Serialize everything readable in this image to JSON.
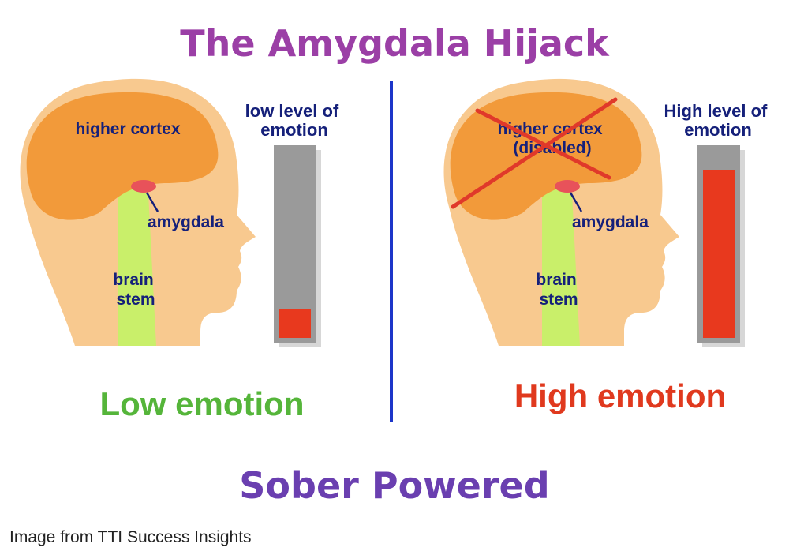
{
  "title": "The Amygdala Hijack",
  "panels": [
    {
      "id": "low",
      "cortex_label_lines": [
        "higher cortex"
      ],
      "cortex_disabled": false,
      "amygdala_label": "amygdala",
      "brain_stem_label_lines": [
        "brain",
        "stem"
      ],
      "meter_label_lines": [
        "low level of",
        "emotion"
      ],
      "emotion_level": 0.15,
      "caption": "Low emotion"
    },
    {
      "id": "high",
      "cortex_label_lines": [
        "higher cortex",
        "(disabled)"
      ],
      "cortex_disabled": true,
      "amygdala_label": "amygdala",
      "brain_stem_label_lines": [
        "brain",
        "stem"
      ],
      "meter_label_lines": [
        "High level of",
        "emotion"
      ],
      "emotion_level": 0.9,
      "caption": "High emotion"
    }
  ],
  "footer": "Sober Powered",
  "credit": "Image from TTI Success Insights",
  "colors": {
    "title": "#9b3fa6",
    "footer": "#6a3fb0",
    "divider": "#1c35c9",
    "head": "#f8c98f",
    "cortex": "#f29a3a",
    "brain_stem": "#c9ef6a",
    "amygdala": "#e8525a",
    "meter_track": "#9a9a9a",
    "meter_fill": "#e8391e",
    "cross": "#e0392a",
    "caption_low": "#55b53a",
    "caption_high": "#e0391e",
    "label_text": "#15207a"
  }
}
